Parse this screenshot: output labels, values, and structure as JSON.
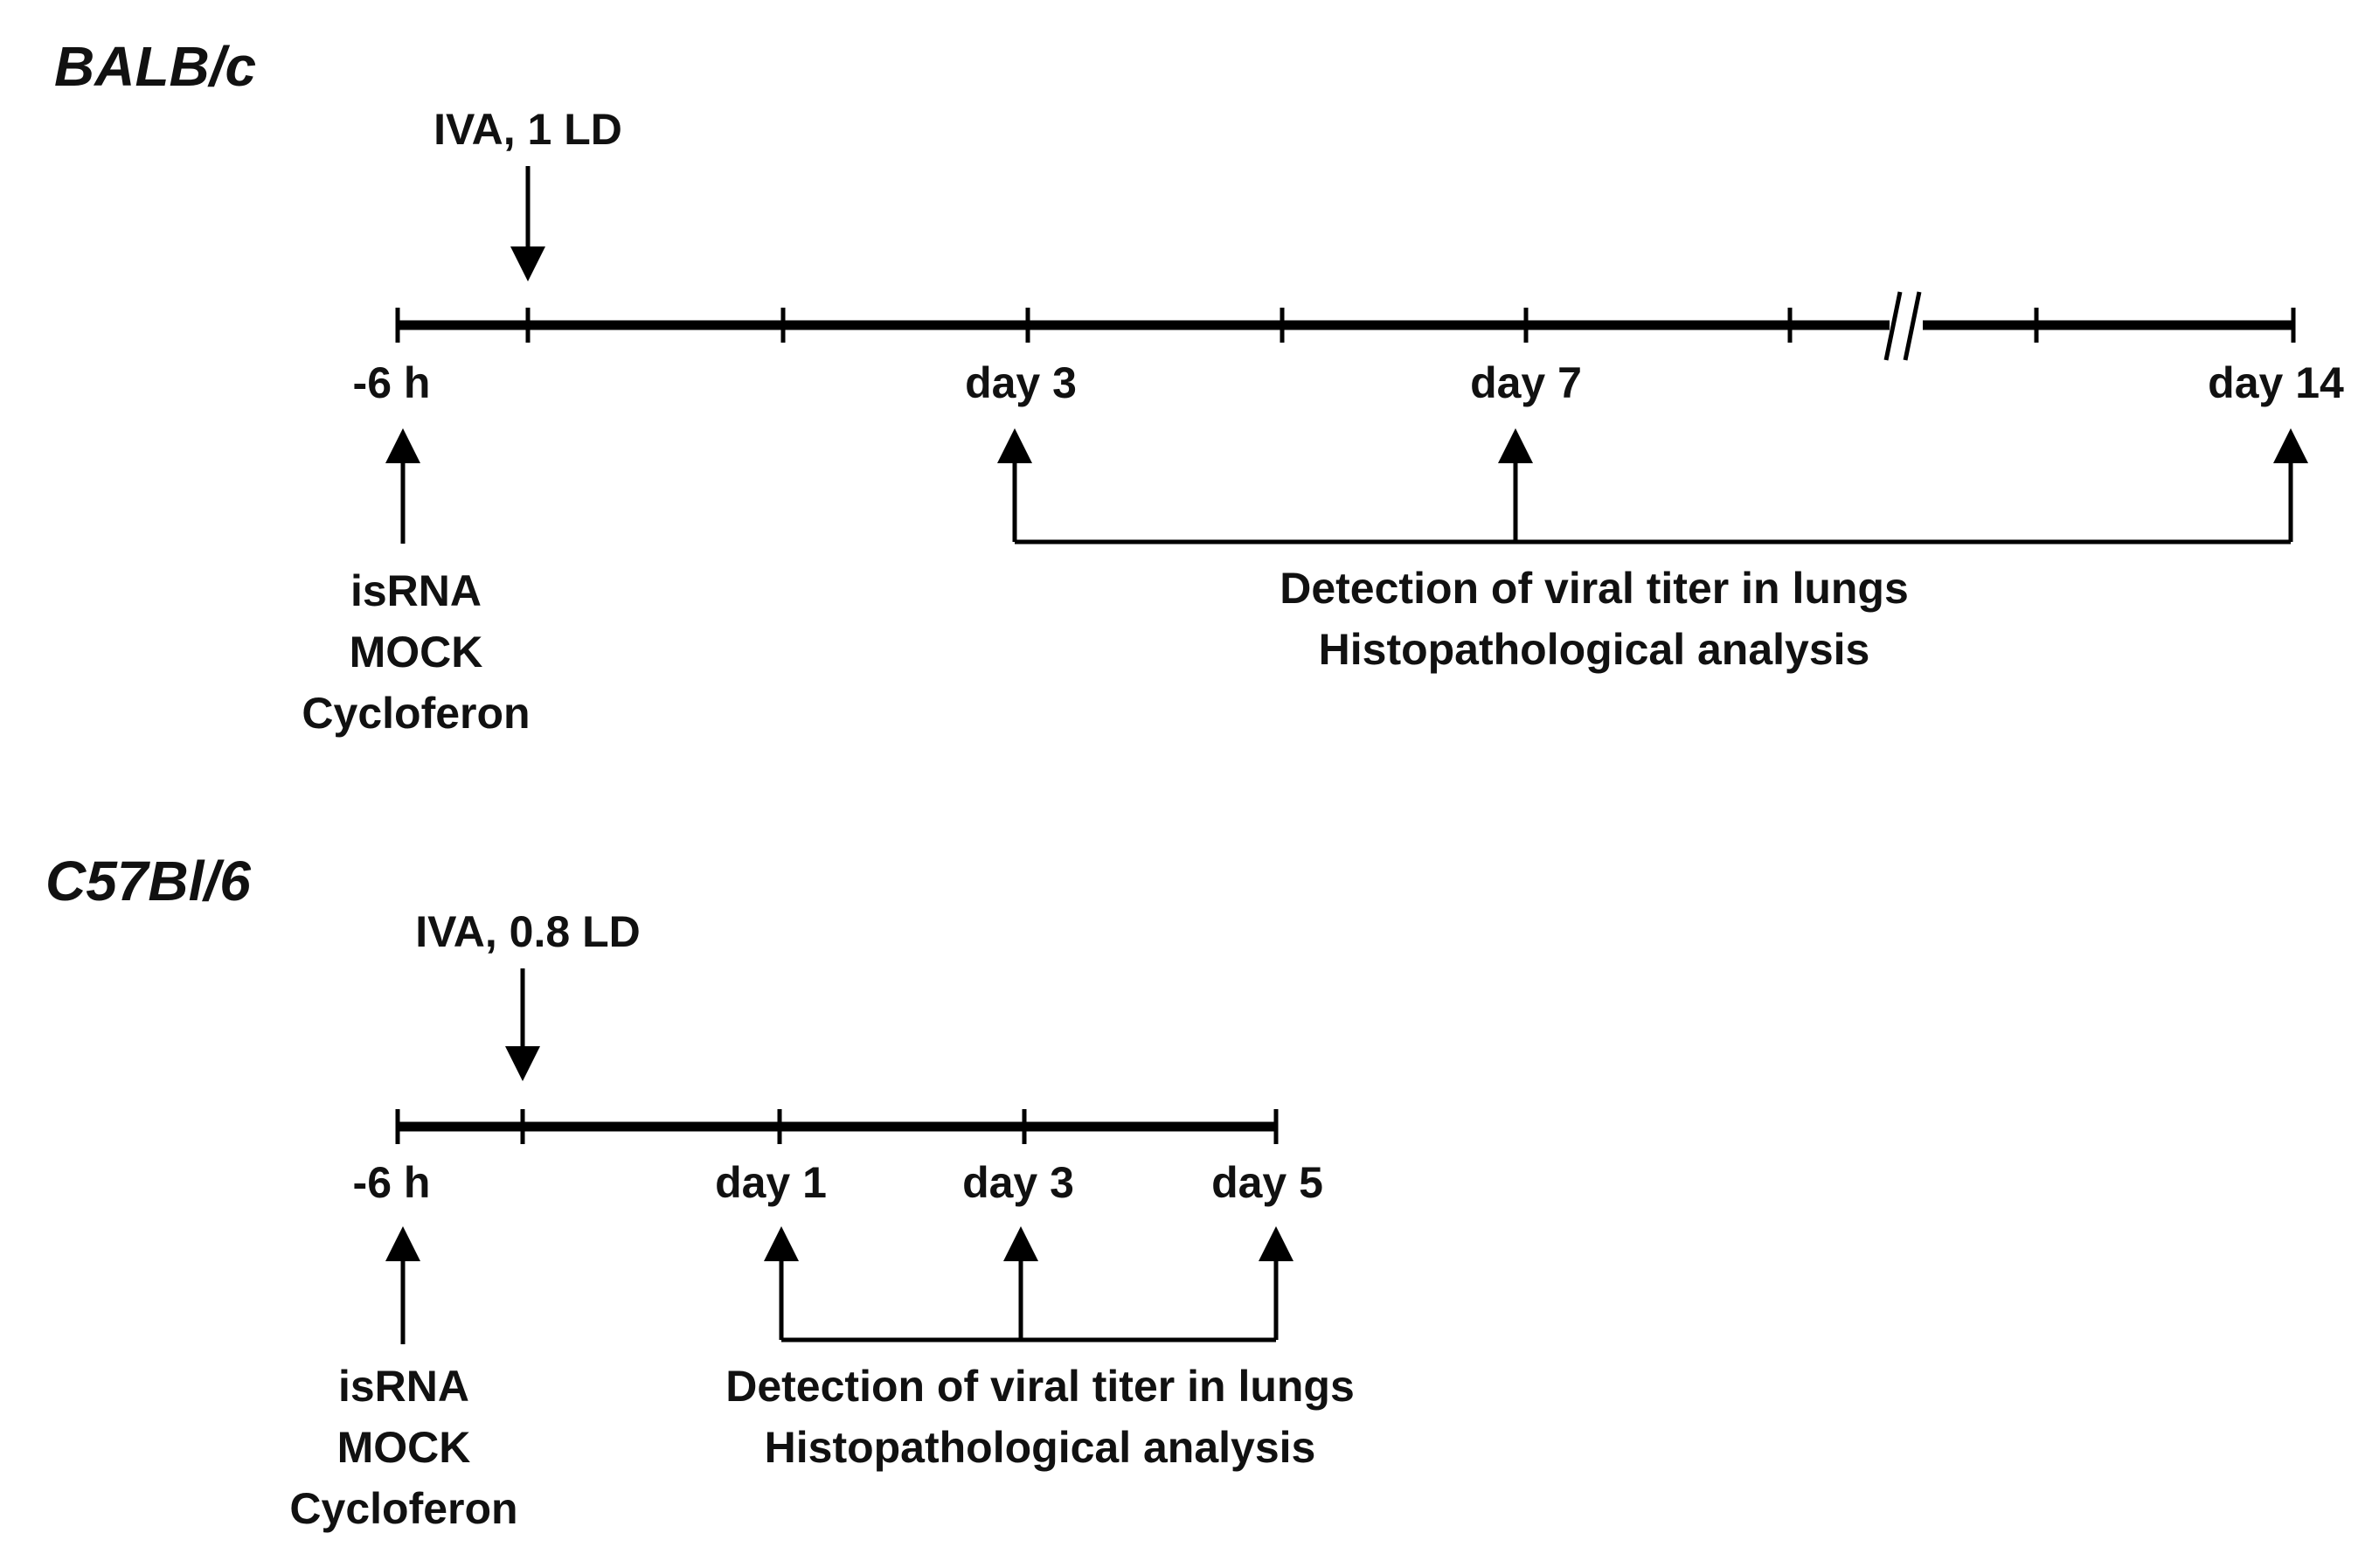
{
  "panels": [
    {
      "title": "BALB/c",
      "infection_label": "IVA, 1 LD",
      "timepoint_labels": [
        "-6 h",
        "day 3",
        "day 7",
        "day 14"
      ],
      "treatment_labels": [
        "isRNA",
        "MOCK",
        "Cycloferon"
      ],
      "analysis_labels": [
        "Detection of viral titer in lungs",
        "Histopathological analysis"
      ],
      "axis_break": "//"
    },
    {
      "title": "C57Bl/6",
      "infection_label": "IVA, 0.8 LD",
      "timepoint_labels": [
        "-6 h",
        "day 1",
        "day 3",
        "day 5"
      ],
      "treatment_labels": [
        "isRNA",
        "MOCK",
        "Cycloferon"
      ],
      "analysis_labels": [
        "Detection of viral titer in lungs",
        "Histopathological analysis"
      ]
    }
  ]
}
